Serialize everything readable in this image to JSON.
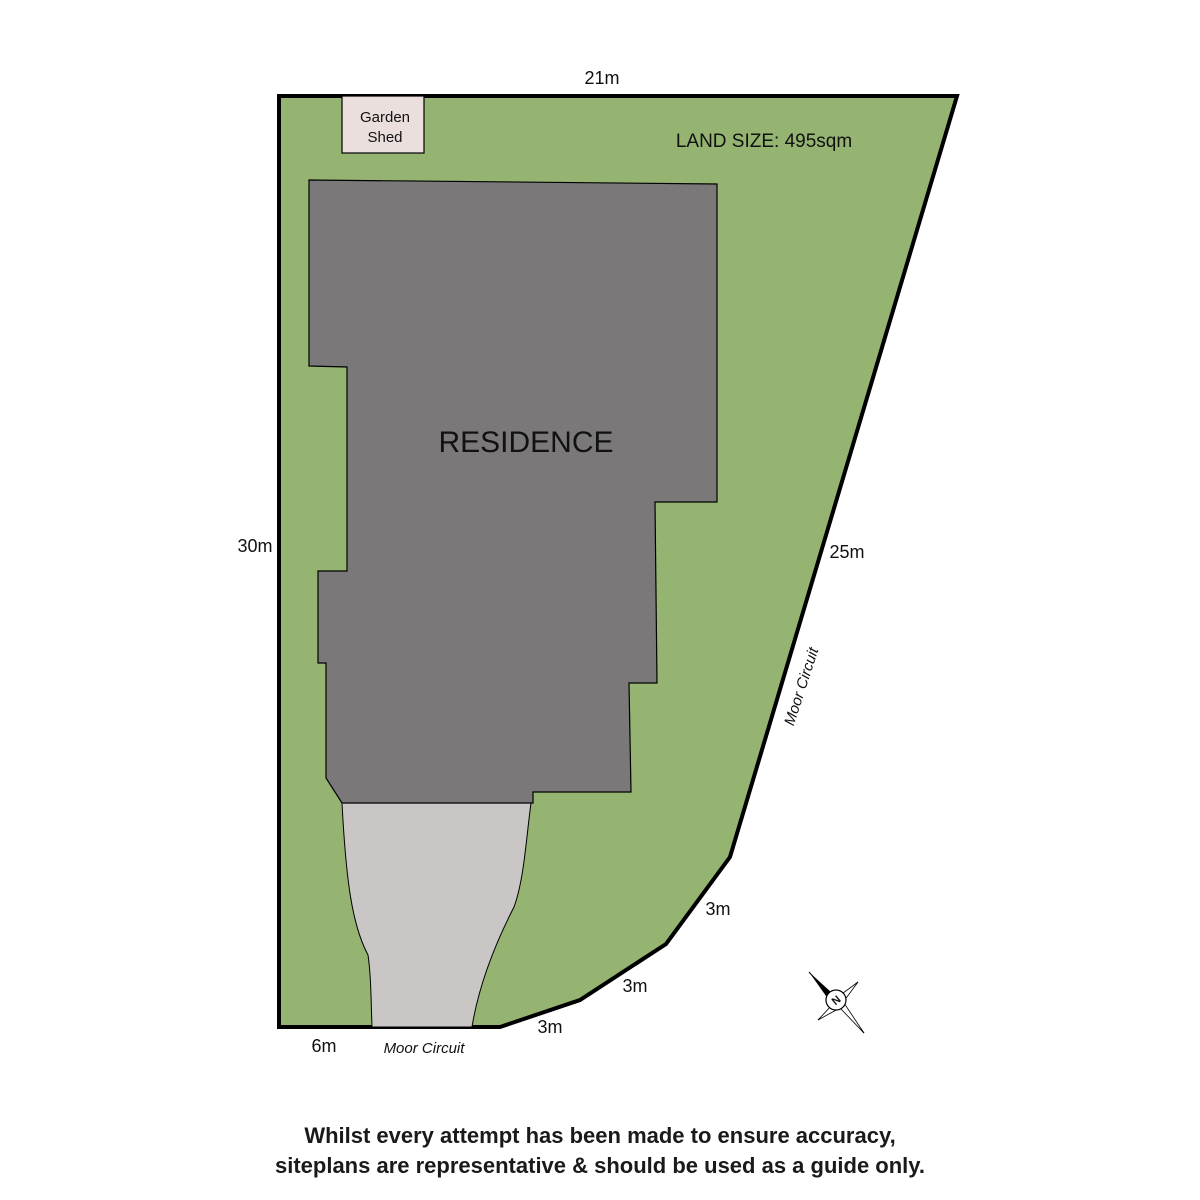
{
  "plan": {
    "land_size": "LAND SIZE: 495sqm",
    "residence_label": "RESIDENCE",
    "shed_label_line1": "Garden",
    "shed_label_line2": "Shed",
    "compass_letter": "N"
  },
  "dimensions": {
    "top": "21m",
    "left": "30m",
    "right": "25m",
    "chamfer_upper": "3m",
    "chamfer_middle": "3m",
    "chamfer_lower": "3m",
    "bottom": "6m"
  },
  "streets": {
    "bottom": "Moor Circuit",
    "right": "Moor Circuit"
  },
  "disclaimer": {
    "line1": "Whilst every attempt has been made to ensure accuracy,",
    "line2": "siteplans are representative & should be used as a guide only."
  },
  "colors": {
    "lawn": "#95b471",
    "residence": "#7b7879",
    "driveway": "#c9c6c5",
    "shed": "#ebdfde",
    "boundary": "#000000"
  }
}
